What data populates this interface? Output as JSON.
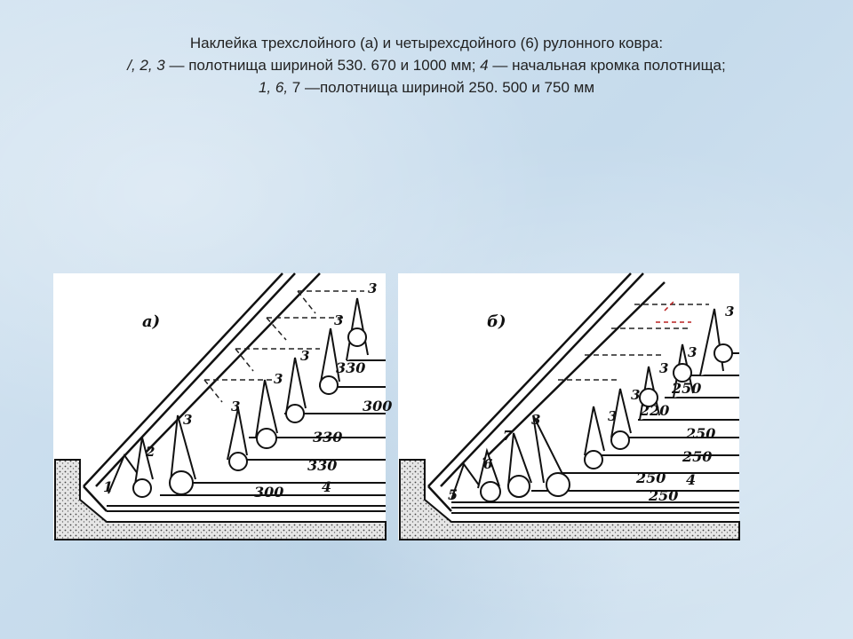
{
  "caption": {
    "line1": "Наклейка трехслойного (а) и четырехсдойного (6) рулонного ковра:",
    "line2_nums": "/, 2, 3",
    "line2_text": " — полотнища шириной 530. 670 и 1000 мм; ",
    "line2_num4": "4",
    "line2_tail": " — начальная кромка полотнища;",
    "line3_nums": "1, 6,",
    "line3_num7": " 7",
    "line3_text": " —полотнища шириной 250. 500 и 750 мм"
  },
  "diagram_a": {
    "tag": "а)",
    "roll_labels": [
      "1",
      "2",
      "3",
      "3",
      "3",
      "3",
      "3",
      "3"
    ],
    "dims": [
      "330",
      "300",
      "330",
      "330",
      "300"
    ],
    "edge_label": "4"
  },
  "diagram_b": {
    "tag": "б)",
    "roll_labels": [
      "5",
      "6",
      "7",
      "3",
      "3",
      "3",
      "3",
      "3",
      "3"
    ],
    "dims": [
      "250",
      "220",
      "250",
      "250",
      "250",
      "250"
    ],
    "edge_label": "4"
  }
}
